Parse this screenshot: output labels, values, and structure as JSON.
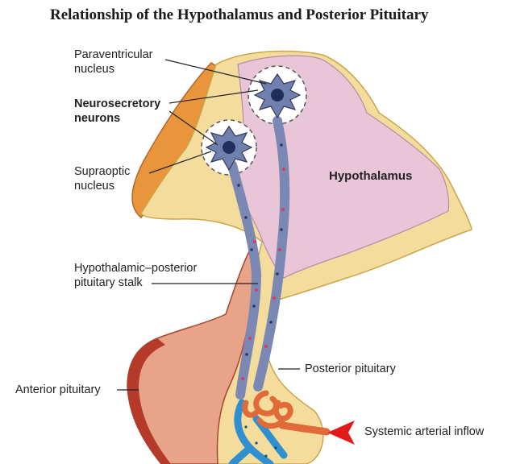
{
  "title": "Relationship of the Hypothalamus and Posterior Pituitary",
  "labels": {
    "paraventricular": [
      "Paraventricular",
      "nucleus"
    ],
    "neurosecretory": [
      "Neurosecretory",
      "neurons"
    ],
    "supraoptic": [
      "Supraoptic",
      "nucleus"
    ],
    "hypothalamus": "Hypothalamus",
    "stalk": [
      "Hypothalamic–posterior",
      "pituitary stalk"
    ],
    "posterior_pituitary": "Posterior pituitary",
    "anterior_pituitary": "Anterior pituitary",
    "systemic_inflow": "Systemic arterial inflow"
  },
  "colors": {
    "hypothalamus_fill": "#e8c6d8",
    "outer_tissue": "#f4dd9c",
    "orange_band": "#e9953c",
    "anterior_pituitary": "#e7a488",
    "axon": "#7c88b4",
    "artery": "#e06a38",
    "vein": "#2f8fcf",
    "arrow": "#e11b1b"
  }
}
